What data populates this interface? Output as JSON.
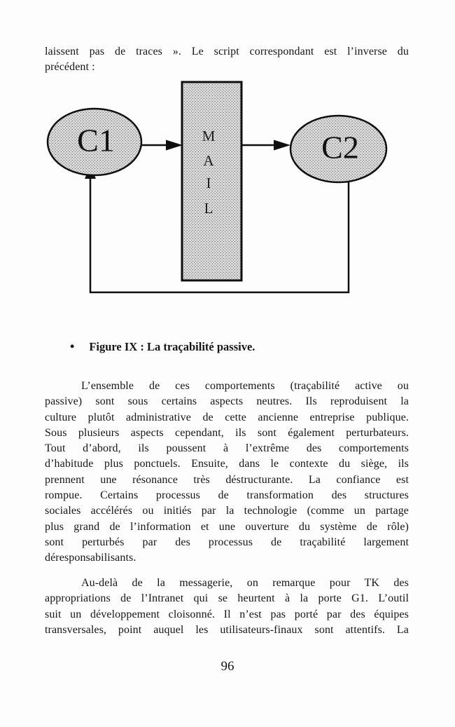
{
  "page": {
    "number": "96",
    "ink_color": "#161616",
    "background_color": "#fdfdfd"
  },
  "intro": {
    "lines": [
      "laissent pas de traces ». Le script correspondant est l’inverse du",
      "précédent :"
    ]
  },
  "figure": {
    "bullet": "•",
    "caption": "Figure IX : La traçabilité passive.",
    "diagram": {
      "node_left_label": "C1",
      "node_right_label": "C2",
      "channel_letters": [
        "M",
        "A",
        "I",
        "L"
      ],
      "shape_fill_tone": "#d7d7d7",
      "outline_color": "#0f0f0f"
    }
  },
  "paragraph1": {
    "lines": [
      "L’ensemble de ces comportements (traçabilité active ou",
      "passive) sont sous certains aspects neutres. Ils reproduisent la",
      "culture plutôt administrative de cette ancienne entreprise publique.",
      "Sous plusieurs aspects cependant, ils sont également perturbateurs.",
      "Tout d’abord, ils poussent à l’extrême des comportements",
      "d’habitude plus ponctuels. Ensuite, dans le contexte du siège, ils",
      "prennent une résonance très déstructurante. La confiance est",
      "rompue. Certains processus de transformation des structures",
      "sociales accélérés ou initiés par la technologie (comme un partage",
      "plus grand de l’information et une ouverture du système de rôle)",
      "sont perturbés par des processus de traçabilité largement",
      "déresponsabilisants."
    ]
  },
  "paragraph2": {
    "lines": [
      "Au-delà de la messagerie, on remarque pour TK des",
      "appropriations de l’Intranet qui se heurtent à la porte G1. L’outil",
      "suit un développement cloisonné. Il n’est pas porté par des équipes",
      "transversales, point auquel les utilisateurs-finaux sont attentifs. La"
    ]
  }
}
